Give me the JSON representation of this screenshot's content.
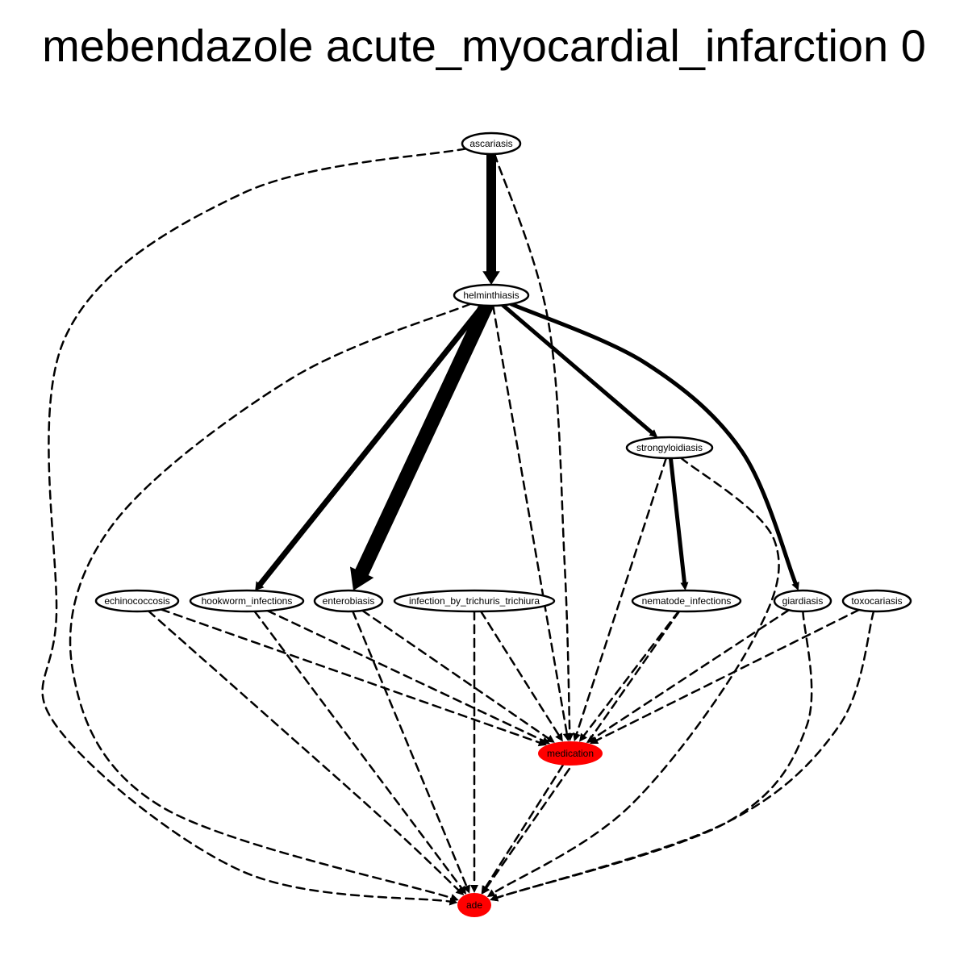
{
  "title": "mebendazole acute_myocardial_infarction 0",
  "colors": {
    "highlight_fill": "#ff0000",
    "node_fill": "#ffffff",
    "stroke": "#000000"
  },
  "nodes": [
    {
      "id": "ascariasis",
      "label": "ascariasis",
      "highlight": false
    },
    {
      "id": "helminthiasis",
      "label": "helminthiasis",
      "highlight": false
    },
    {
      "id": "strongyloidiasis",
      "label": "strongyloidiasis",
      "highlight": false
    },
    {
      "id": "echinococcosis",
      "label": "echinococcosis",
      "highlight": false
    },
    {
      "id": "hookworm_infections",
      "label": "hookworm_infections",
      "highlight": false
    },
    {
      "id": "enterobiasis",
      "label": "enterobiasis",
      "highlight": false
    },
    {
      "id": "infection_by_trichuris_trichiura",
      "label": "infection_by_trichuris_trichiura",
      "highlight": false
    },
    {
      "id": "nematode_infections",
      "label": "nematode_infections",
      "highlight": false
    },
    {
      "id": "giardiasis",
      "label": "giardiasis",
      "highlight": false
    },
    {
      "id": "toxocariasis",
      "label": "toxocariasis",
      "highlight": false
    },
    {
      "id": "medication",
      "label": "medication",
      "highlight": true
    },
    {
      "id": "ade",
      "label": "ade",
      "highlight": true
    }
  ],
  "edges": [
    {
      "from": "ascariasis",
      "to": "helminthiasis",
      "style": "solid",
      "weight": 5
    },
    {
      "from": "helminthiasis",
      "to": "enterobiasis",
      "style": "solid",
      "weight": 6
    },
    {
      "from": "helminthiasis",
      "to": "hookworm_infections",
      "style": "solid",
      "weight": 3
    },
    {
      "from": "helminthiasis",
      "to": "strongyloidiasis",
      "style": "solid",
      "weight": 2
    },
    {
      "from": "helminthiasis",
      "to": "giardiasis",
      "style": "solid",
      "weight": 2
    },
    {
      "from": "strongyloidiasis",
      "to": "nematode_infections",
      "style": "solid",
      "weight": 2
    },
    {
      "from": "ascariasis",
      "to": "ade",
      "style": "dashed",
      "weight": 1
    },
    {
      "from": "ascariasis",
      "to": "medication",
      "style": "dashed",
      "weight": 1
    },
    {
      "from": "helminthiasis",
      "to": "ade",
      "style": "dashed",
      "weight": 1
    },
    {
      "from": "helminthiasis",
      "to": "medication",
      "style": "dashed",
      "weight": 1
    },
    {
      "from": "strongyloidiasis",
      "to": "medication",
      "style": "dashed",
      "weight": 1
    },
    {
      "from": "strongyloidiasis",
      "to": "ade",
      "style": "dashed",
      "weight": 1
    },
    {
      "from": "echinococcosis",
      "to": "medication",
      "style": "dashed",
      "weight": 1
    },
    {
      "from": "echinococcosis",
      "to": "ade",
      "style": "dashed",
      "weight": 1
    },
    {
      "from": "hookworm_infections",
      "to": "medication",
      "style": "dashed",
      "weight": 1
    },
    {
      "from": "hookworm_infections",
      "to": "ade",
      "style": "dashed",
      "weight": 1
    },
    {
      "from": "enterobiasis",
      "to": "medication",
      "style": "dashed",
      "weight": 1
    },
    {
      "from": "enterobiasis",
      "to": "ade",
      "style": "dashed",
      "weight": 1
    },
    {
      "from": "infection_by_trichuris_trichiura",
      "to": "medication",
      "style": "dashed",
      "weight": 1
    },
    {
      "from": "infection_by_trichuris_trichiura",
      "to": "ade",
      "style": "dashed",
      "weight": 1
    },
    {
      "from": "nematode_infections",
      "to": "medication",
      "style": "dashed",
      "weight": 1
    },
    {
      "from": "nematode_infections",
      "to": "ade",
      "style": "dashed",
      "weight": 1
    },
    {
      "from": "giardiasis",
      "to": "medication",
      "style": "dashed",
      "weight": 1
    },
    {
      "from": "giardiasis",
      "to": "ade",
      "style": "dashed",
      "weight": 1
    },
    {
      "from": "toxocariasis",
      "to": "medication",
      "style": "dashed",
      "weight": 1
    },
    {
      "from": "toxocariasis",
      "to": "ade",
      "style": "dashed",
      "weight": 1
    },
    {
      "from": "medication",
      "to": "ade",
      "style": "dashed",
      "weight": 1
    }
  ]
}
